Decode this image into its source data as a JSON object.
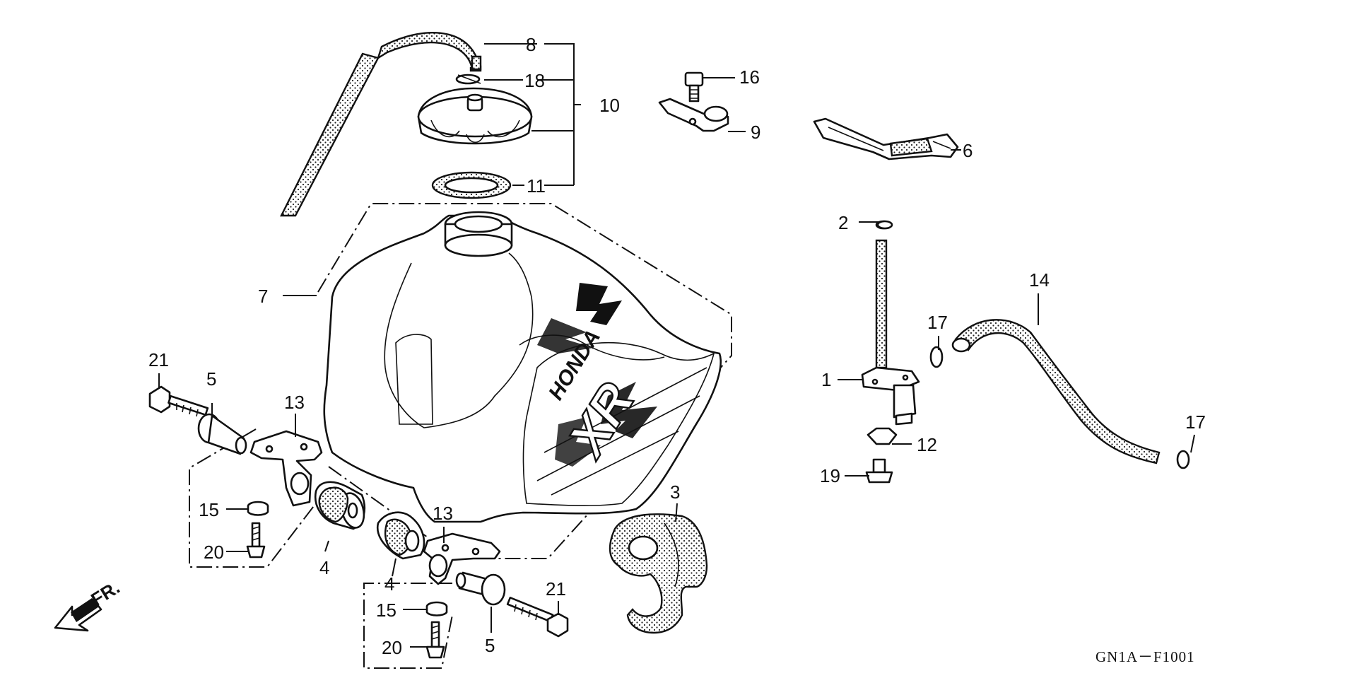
{
  "diagram": {
    "code": "GN1A－F1001",
    "direction_label": "FR.",
    "labels": {
      "l1": "1",
      "l2": "2",
      "l3": "3",
      "l4a": "4",
      "l4b": "4",
      "l5a": "5",
      "l5b": "5",
      "l6": "6",
      "l7": "7",
      "l8": "8",
      "l9": "9",
      "l10": "10",
      "l11": "11",
      "l12": "12",
      "l13a": "13",
      "l13b": "13",
      "l14": "14",
      "l15a": "15",
      "l15b": "15",
      "l16": "16",
      "l17a": "17",
      "l17b": "17",
      "l18": "18",
      "l19": "19",
      "l20a": "20",
      "l20b": "20",
      "l21a": "21",
      "l21b": "21"
    },
    "tank_emblem": "HONDA",
    "tank_model": "XR",
    "icons": {
      "tank": "fuel-tank-icon",
      "cap": "fuel-cap-icon",
      "cock": "fuel-cock-icon",
      "arrow": "front-arrow-icon"
    }
  }
}
